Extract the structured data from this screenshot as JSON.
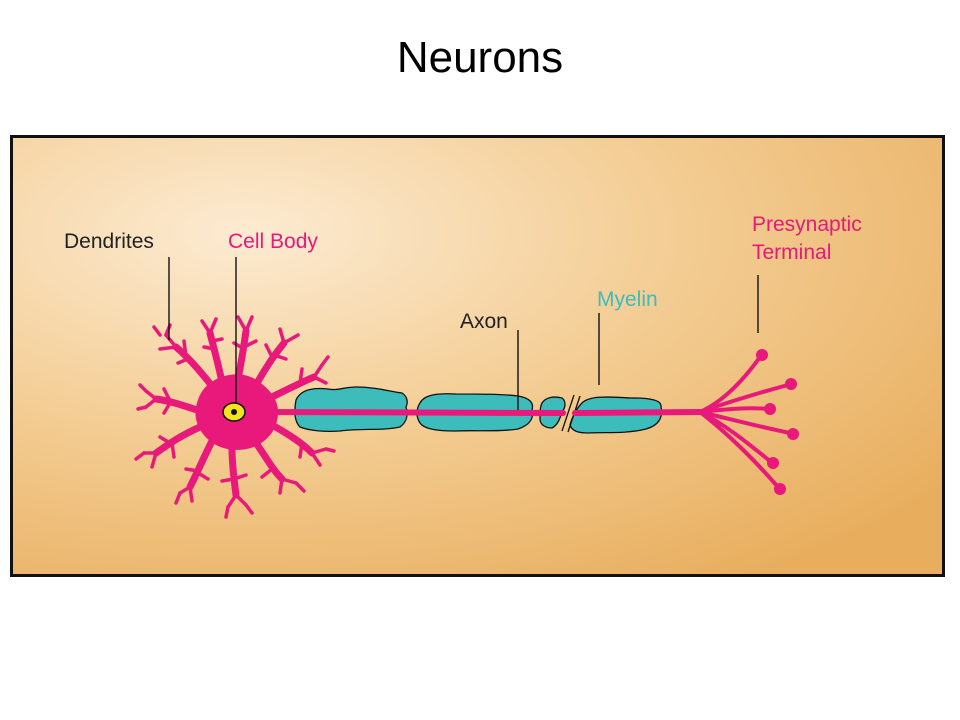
{
  "title": "Neurons",
  "labels": {
    "dendrites": "Dendrites",
    "cell_body": "Cell Body",
    "axon": "Axon",
    "myelin": "Myelin",
    "presynaptic_line1": "Presynaptic",
    "presynaptic_line2": "Terminal"
  },
  "colors": {
    "neuron": "#e8197a",
    "myelin": "#3dbcbc",
    "nucleus": "#f2e31c",
    "background_light": "#fbe6c8",
    "background_dark": "#eab268",
    "label_dark": "#222222",
    "label_pink": "#e8197a",
    "label_teal": "#3dbcbc"
  }
}
